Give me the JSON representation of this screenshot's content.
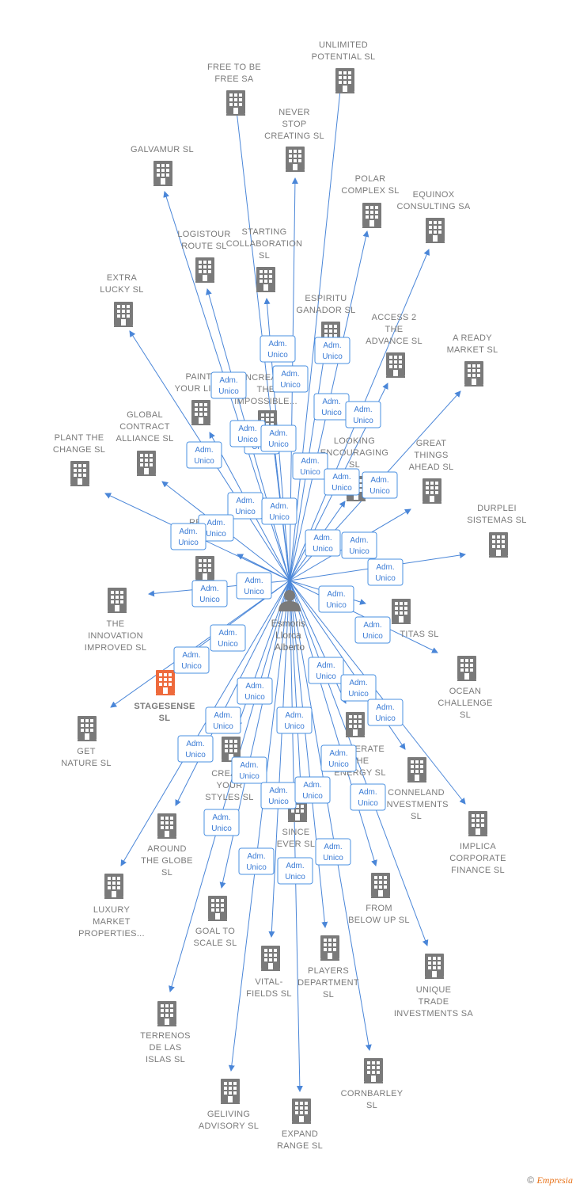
{
  "person": {
    "name_lines": [
      "Esmoris",
      "Llorca",
      "Alberto"
    ]
  },
  "role_label_lines": [
    "Adm.",
    "Unico"
  ],
  "colors": {
    "edge": "#4a86d8",
    "building": "#7a7a7a",
    "building_main": "#ee6a3c",
    "label": "#7a7a7a"
  },
  "icons": {
    "company": "building-icon",
    "person": "person-icon"
  },
  "companies": [
    {
      "id": "unlimited",
      "lines": [
        "UNLIMITED",
        "POTENTIAL  SL"
      ]
    },
    {
      "id": "free",
      "lines": [
        "FREE TO BE",
        "FREE SA"
      ]
    },
    {
      "id": "never",
      "lines": [
        "NEVER",
        "STOP",
        "CREATING  SL"
      ]
    },
    {
      "id": "galvamur",
      "lines": [
        "GALVAMUR  SL"
      ]
    },
    {
      "id": "polar",
      "lines": [
        "POLAR",
        "COMPLEX  SL"
      ]
    },
    {
      "id": "equinox",
      "lines": [
        "EQUINOX",
        "CONSULTING SA"
      ]
    },
    {
      "id": "logistour",
      "lines": [
        "LOGISTOUR",
        "ROUTE  SL"
      ]
    },
    {
      "id": "starting",
      "lines": [
        "STARTING",
        "COLLABORATION",
        "SL"
      ]
    },
    {
      "id": "extra",
      "lines": [
        "EXTRA",
        "LUCKY  SL"
      ]
    },
    {
      "id": "espiritu",
      "lines": [
        "ESPIRITU",
        "GANADOR SL"
      ]
    },
    {
      "id": "access",
      "lines": [
        "ACCESS 2",
        "THE",
        "ADVANCE  SL"
      ]
    },
    {
      "id": "aready",
      "lines": [
        "A READY",
        "MARKET  SL"
      ]
    },
    {
      "id": "paint",
      "lines": [
        "PAINT",
        "YOUR LIFE"
      ]
    },
    {
      "id": "incre",
      "lines": [
        "INCREASE",
        "THE",
        "IMPOSSIBLE..."
      ]
    },
    {
      "id": "global",
      "lines": [
        "GLOBAL",
        "CONTRACT",
        "ALLIANCE  SL"
      ]
    },
    {
      "id": "plant",
      "lines": [
        "PLANT THE",
        "CHANGE  SL"
      ]
    },
    {
      "id": "looking",
      "lines": [
        "LOOKING",
        "ENCOURAGING",
        "SL"
      ]
    },
    {
      "id": "great",
      "lines": [
        "GREAT",
        "THINGS",
        "AHEAD  SL"
      ]
    },
    {
      "id": "durplei",
      "lines": [
        "DURPLEI",
        "SISTEMAS  SL"
      ]
    },
    {
      "id": "real",
      "lines": [
        "REAL",
        "SET"
      ]
    },
    {
      "id": "innovation",
      "lines": [
        "THE",
        "INNOVATION",
        "IMPROVED  SL"
      ]
    },
    {
      "id": "titas",
      "lines": [
        "TITAS  SL"
      ]
    },
    {
      "id": "ocean",
      "lines": [
        "OCEAN",
        "CHALLENGE",
        "SL"
      ]
    },
    {
      "id": "stagesense",
      "lines": [
        "STAGESENSE",
        "SL"
      ],
      "main": true
    },
    {
      "id": "get",
      "lines": [
        "GET",
        "NATURE  SL"
      ]
    },
    {
      "id": "create",
      "lines": [
        "CREATE",
        "YOUR",
        "STYLES  SL"
      ]
    },
    {
      "id": "generate",
      "lines": [
        "GENERATE",
        "THE",
        "ENERGY  SL"
      ]
    },
    {
      "id": "conneland",
      "lines": [
        "CONNELAND",
        "INVESTMENTS",
        "SL"
      ]
    },
    {
      "id": "implica",
      "lines": [
        "IMPLICA",
        "CORPORATE",
        "FINANCE  SL"
      ]
    },
    {
      "id": "around",
      "lines": [
        "AROUND",
        "THE GLOBE",
        "SL"
      ]
    },
    {
      "id": "since",
      "lines": [
        "SINCE",
        "EVER  SL"
      ]
    },
    {
      "id": "luxury",
      "lines": [
        "LUXURY",
        "MARKET",
        "PROPERTIES..."
      ]
    },
    {
      "id": "goal",
      "lines": [
        "GOAL TO",
        "SCALE  SL"
      ]
    },
    {
      "id": "from",
      "lines": [
        "FROM",
        "BELOW UP  SL"
      ]
    },
    {
      "id": "vital",
      "lines": [
        "VITAL-",
        "FIELDS  SL"
      ]
    },
    {
      "id": "players",
      "lines": [
        "PLAYERS",
        "DEPARTMENT",
        "SL"
      ]
    },
    {
      "id": "unique",
      "lines": [
        "UNIQUE",
        "TRADE",
        "INVESTMENTS SA"
      ]
    },
    {
      "id": "terrenos",
      "lines": [
        "TERRENOS",
        "DE LAS",
        "ISLAS  SL"
      ]
    },
    {
      "id": "geliving",
      "lines": [
        "GELIVING",
        "ADVISORY  SL"
      ]
    },
    {
      "id": "expand",
      "lines": [
        "EXPAND",
        "RANGE  SL"
      ]
    },
    {
      "id": "cornbarley",
      "lines": [
        "CORNBARLEY",
        "SL"
      ]
    }
  ],
  "footer": {
    "copyright": "©",
    "brand": "Empresia"
  }
}
